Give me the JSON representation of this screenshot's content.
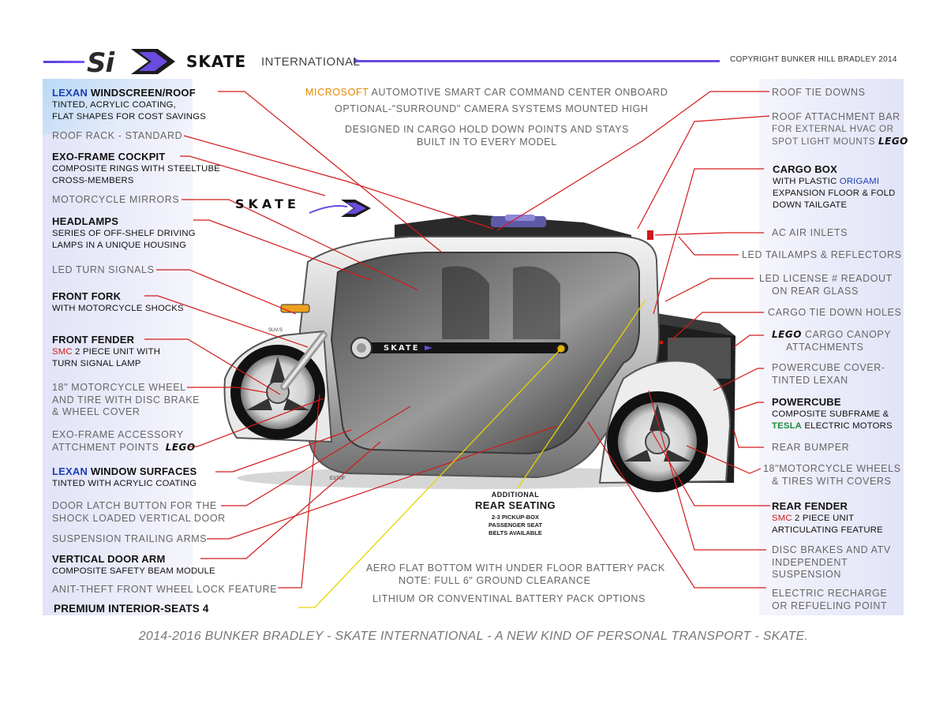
{
  "header": {
    "logo_si": "Si",
    "logo_skate": "SKATE",
    "logo_international": "INTERNATIONAL",
    "copyright": "COPYRIGHT BUNKER HILL BRADLEY 2014"
  },
  "center": {
    "line1_brand": "MICROSOFT",
    "line1_rest": " AUTOMOTIVE SMART CAR COMMAND CENTER ONBOARD",
    "line2": "OPTIONAL-\"SURROUND\" CAMERA SYSTEMS MOUNTED HIGH",
    "line3": "DESIGNED IN CARGO HOLD DOWN POINTS AND STAYS",
    "line4": "BUILT IN TO EVERY MODEL",
    "skate_badge": "SKATE",
    "door_badge": "SKATE",
    "rear_seating_pre": "ADDITIONAL",
    "rear_seating_title": "REAR SEATING",
    "rear_seating_sub1": "2-3  PICKUP-BOX",
    "rear_seating_sub2": "PASSENGER SEAT",
    "rear_seating_sub3": "BELTS AVAILABLE",
    "bottom1": "AERO FLAT BOTTOM WITH UNDER FLOOR BATTERY PACK",
    "bottom2": "NOTE: FULL 6\" GROUND CLEARANCE",
    "bottom3": "LITHIUM OR CONVENTINAL BATTERY PACK OPTIONS",
    "plate_label": "SUV-S",
    "stamp": "ESTUF"
  },
  "left": {
    "lexan_brand": "LEXAN",
    "lexan_title": " WINDSCREEN/ROOF",
    "lexan_sub1": "TINTED, ACRYLIC COATING,",
    "lexan_sub2": "FLAT SHAPES FOR COST SAVINGS",
    "roof_rack": "ROOF RACK - STANDARD",
    "exo_title": "EXO-FRAME COCKPIT",
    "exo_sub1": "COMPOSITE RINGS WITH STEELTUBE",
    "exo_sub2": "CROSS-MEMBERS",
    "mirrors": "MOTORCYCLE MIRRORS",
    "headlamps_title": "HEADLAMPS",
    "headlamps_sub1": "SERIES OF OFF-SHELF DRIVING",
    "headlamps_sub2": "LAMPS IN A UNIQUE HOUSING",
    "turn_signals": "LED TURN SIGNALS",
    "fork_title": "FRONT FORK",
    "fork_sub": "WITH MOTORCYCLE SHOCKS",
    "fender_title": "FRONT FENDER",
    "fender_smc": "SMC",
    "fender_sub1": " 2 PIECE UNIT WITH",
    "fender_sub2": "TURN SIGNAL LAMP",
    "wheel1": "18\" MOTORCYCLE WHEEL",
    "wheel2": "AND TIRE WITH DISC BRAKE",
    "wheel3": "& WHEEL COVER",
    "accessory1": "EXO-FRAME ACCESSORY",
    "accessory2": "ATTCHMENT POINTS",
    "accessory_lego": "LEGO",
    "window_brand": "LEXAN",
    "window_title": " WINDOW SURFACES",
    "window_sub": "TINTED WITH ACRYLIC COATING",
    "latch1": "DOOR LATCH BUTTON FOR THE",
    "latch2": "SHOCK LOADED VERTICAL DOOR",
    "trailing": "SUSPENSION TRAILING ARMS",
    "door_arm_title": "VERTICAL DOOR ARM",
    "door_arm_sub": "COMPOSITE SAFETY BEAM MODULE",
    "antitheft": "ANIT-THEFT FRONT WHEEL LOCK FEATURE",
    "premium_title": "PREMIUM INTERIOR-",
    "premium_rest": "SEATS 4"
  },
  "right": {
    "roof_tie": "ROOF TIE DOWNS",
    "roof_bar1": "ROOF ATTACHMENT BAR",
    "roof_bar2": "FOR EXTERNAL HVAC OR",
    "roof_bar3": "SPOT LIGHT MOUNTS",
    "roof_bar_lego": "LEGO",
    "cargo_title": "CARGO BOX",
    "cargo_sub1_pre": "WITH PLASTIC ",
    "cargo_sub1_brand": "ORIGAMI",
    "cargo_sub2": "EXPANSION FLOOR & FOLD",
    "cargo_sub3": "DOWN TAILGATE",
    "ac": "AC AIR INLETS",
    "tailamps": "LED TAILAMPS & REFLECTORS",
    "license1": "LED LICENSE # READOUT",
    "license2": "ON REAR GLASS",
    "cargo_holes": "CARGO TIE DOWN HOLES",
    "canopy_lego": "LEGO",
    "canopy1": " CARGO CANOPY",
    "canopy2": "ATTACHMENTS",
    "powercube_cover1": "POWERCUBE COVER-",
    "powercube_cover2": "TINTED LEXAN",
    "powercube_title": "POWERCUBE",
    "powercube_sub1": "COMPOSITE SUBFRAME &",
    "powercube_tesla": "TESLA",
    "powercube_sub2": " ELECTRIC MOTORS",
    "rear_bumper": "REAR BUMPER",
    "rear_wheels1": "18\"MOTORCYCLE WHEELS",
    "rear_wheels2": "& TIRES WITH COVERS",
    "rear_fender_title": "REAR FENDER",
    "rear_fender_smc": "SMC",
    "rear_fender_sub1": " 2 PIECE UNIT",
    "rear_fender_sub2": "ARTICULATING FEATURE",
    "disc1": "DISC BRAKES AND ATV",
    "disc2": "INDEPENDENT",
    "disc3": "SUSPENSION",
    "recharge1": "ELECTRIC RECHARGE",
    "recharge2": "OR REFUELING POINT"
  },
  "footer": "2014-2016  BUNKER BRADLEY - SKATE INTERNATIONAL - A NEW KIND OF PERSONAL TRANSPORT - SKATE.",
  "colors": {
    "leader_red": "#d31a1a",
    "leader_yellow": "#e8d300",
    "brand_purple": "#5b3fd6",
    "lexan_blue": "#1a3fb5"
  }
}
